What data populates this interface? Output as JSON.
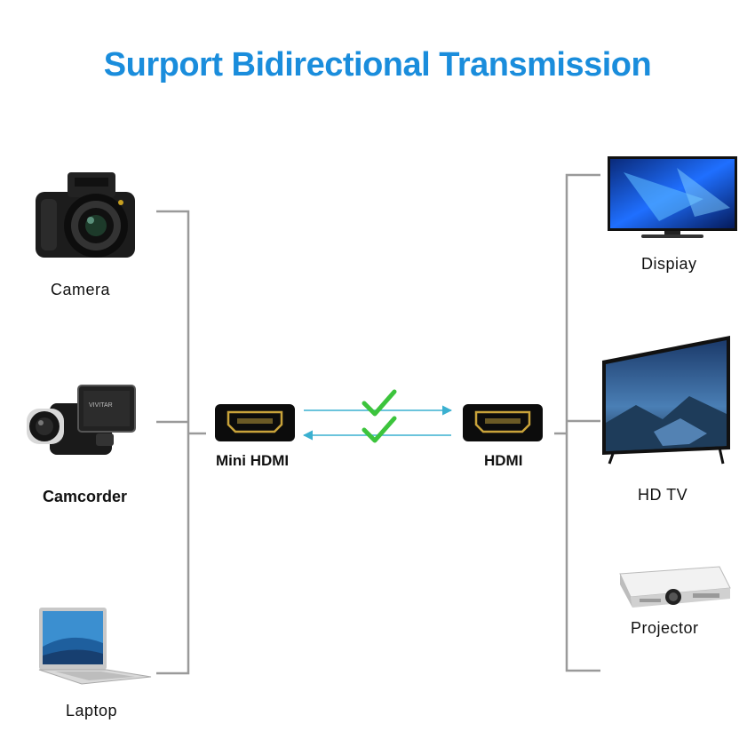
{
  "title": "Surport Bidirectional Transmission",
  "left_devices": [
    {
      "label": "Camera",
      "icon": "camera-icon"
    },
    {
      "label": "Camcorder",
      "icon": "camcorder-icon"
    },
    {
      "label": "Laptop",
      "icon": "laptop-icon"
    }
  ],
  "right_devices": [
    {
      "label": "Dispiay",
      "icon": "display-icon"
    },
    {
      "label": "HD  TV",
      "icon": "tv-icon"
    },
    {
      "label": "Projector",
      "icon": "projector-icon"
    }
  ],
  "ports": {
    "left": "Mini HDMI",
    "right": "HDMI"
  },
  "colors": {
    "title": "#1a8ddc",
    "arrow": "#3ab0d0",
    "check": "#3cc43c",
    "bracket": "#9a9a9a"
  }
}
